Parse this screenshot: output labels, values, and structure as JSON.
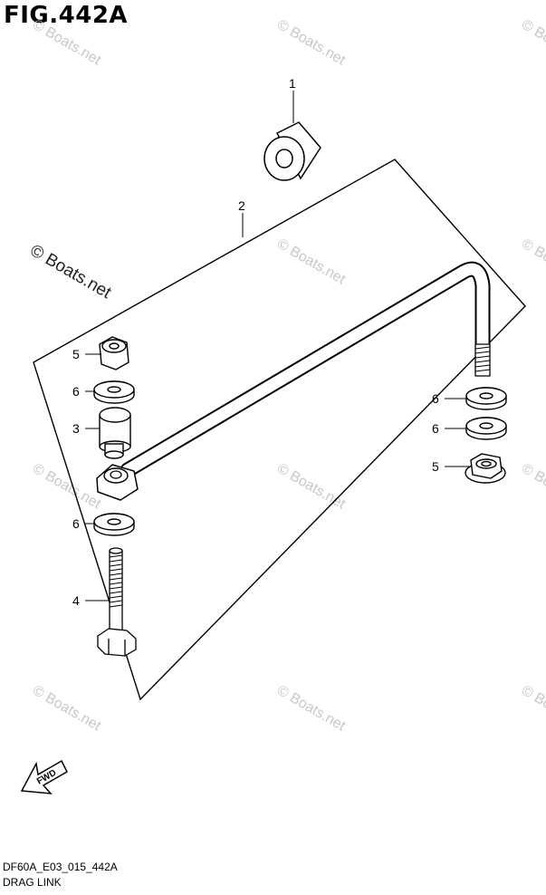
{
  "figure": {
    "title": "FIG.442A",
    "code": "DF60A_E03_015_442A",
    "name": "DRAG LINK"
  },
  "watermark": {
    "large_text": "© Boats.net",
    "small_text": "© Boats.net"
  },
  "fwd_arrow": {
    "label": "FWD"
  },
  "callouts": {
    "c1": "1",
    "c2": "2",
    "c5_left": "5",
    "c6_left_top": "6",
    "c3": "3",
    "c6_left_bottom": "6",
    "c4": "4",
    "c6_right_top": "6",
    "c6_right_bottom": "6",
    "c5_right": "5"
  }
}
